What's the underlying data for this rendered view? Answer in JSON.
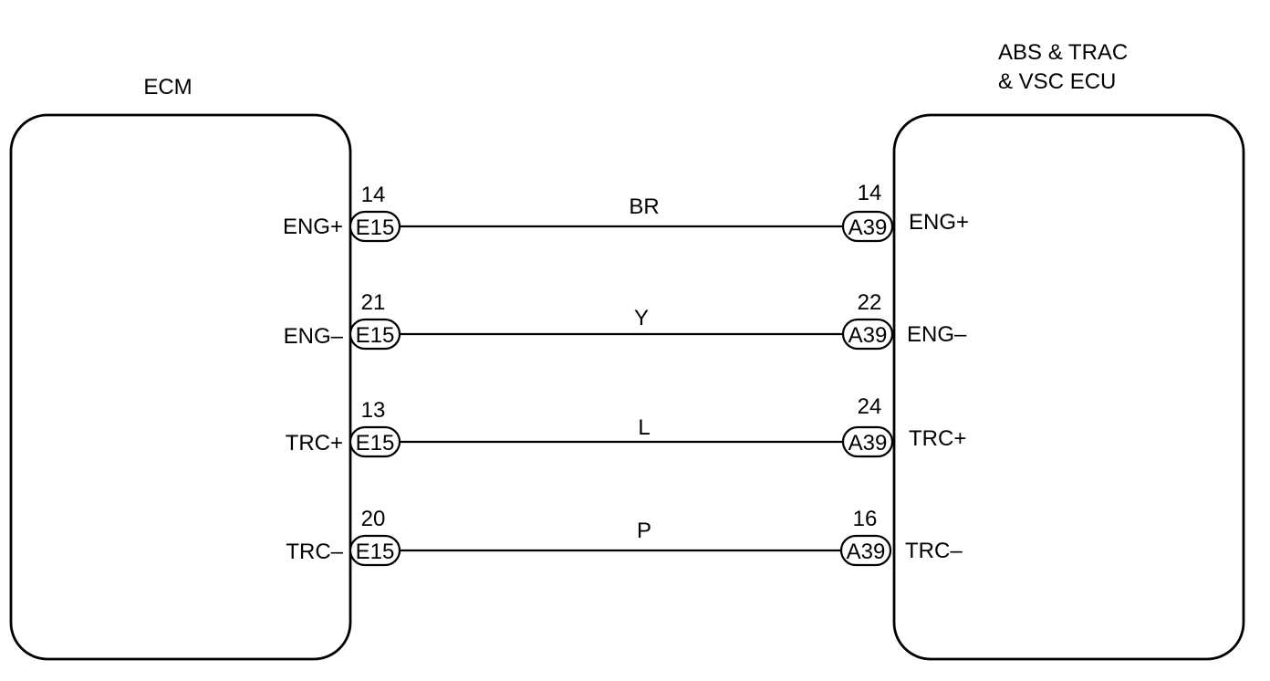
{
  "ecm": {
    "title": "ECM",
    "pins": [
      {
        "signal": "ENG+",
        "pin": "14",
        "connector": "E15"
      },
      {
        "signal": "ENG–",
        "pin": "21",
        "connector": "E15"
      },
      {
        "signal": "TRC+",
        "pin": "13",
        "connector": "E15"
      },
      {
        "signal": "TRC–",
        "pin": "20",
        "connector": "E15"
      }
    ]
  },
  "ecu": {
    "title_line1": "ABS & TRAC",
    "title_line2": "& VSC ECU",
    "pins": [
      {
        "signal": "ENG+",
        "pin": "14",
        "connector": "A39"
      },
      {
        "signal": "ENG–",
        "pin": "22",
        "connector": "A39"
      },
      {
        "signal": "TRC+",
        "pin": "24",
        "connector": "A39"
      },
      {
        "signal": "TRC–",
        "pin": "16",
        "connector": "A39"
      }
    ]
  },
  "wires": [
    {
      "color_code": "BR"
    },
    {
      "color_code": "Y"
    },
    {
      "color_code": "L"
    },
    {
      "color_code": "P"
    }
  ]
}
